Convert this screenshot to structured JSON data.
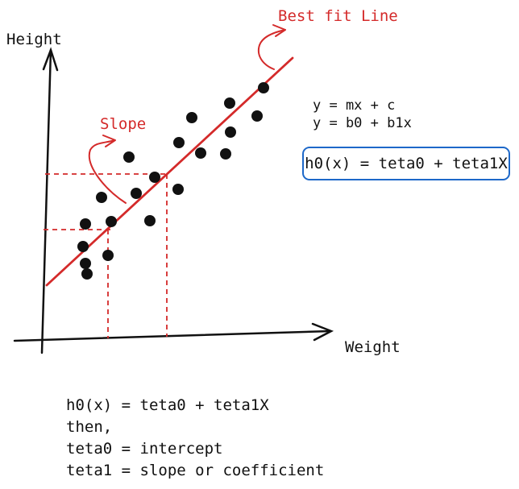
{
  "axes": {
    "y_label": "Height",
    "x_label": "Weight"
  },
  "annotations": {
    "best_fit": "Best fit Line",
    "slope": "Slope"
  },
  "equations": {
    "line1": "y = mx + c",
    "line2": "y = b0 + b1x",
    "boxed": "h0(x) = teta0 + teta1X"
  },
  "notes": [
    "h0(x) = teta0 + teta1X",
    "then,",
    "teta0 = intercept",
    "teta1 = slope or coefficient"
  ],
  "colors": {
    "ink": "#111111",
    "accent_red": "#d42a2a",
    "box_blue": "#1d68c9"
  }
}
